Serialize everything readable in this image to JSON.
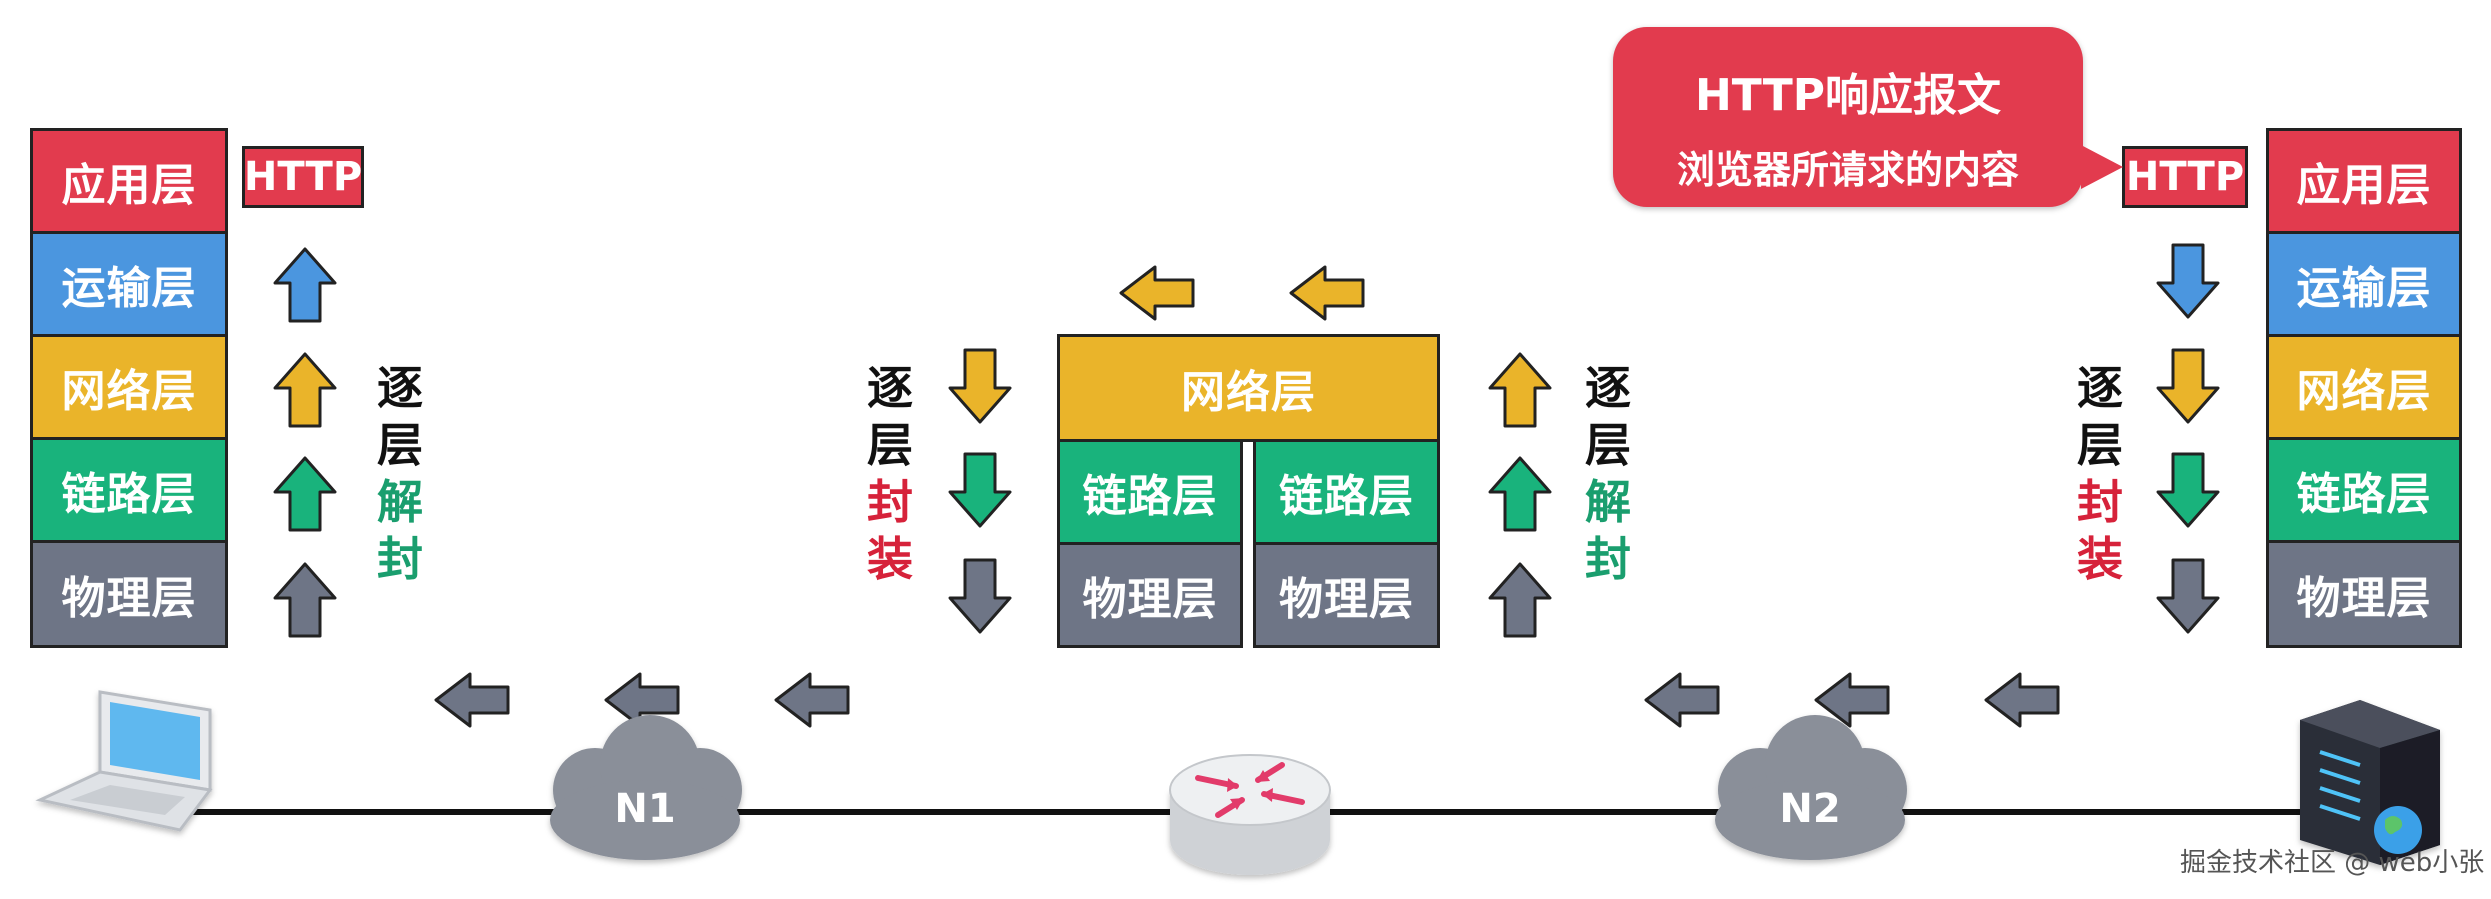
{
  "left_stack": {
    "app": "应用层",
    "transport": "运输层",
    "network": "网络层",
    "link": "链路层",
    "physical": "物理层"
  },
  "right_stack": {
    "app": "应用层",
    "transport": "运输层",
    "network": "网络层",
    "link": "链路层",
    "physical": "物理层"
  },
  "router_stack": {
    "network": "网络层",
    "link_left": "链路层",
    "link_right": "链路层",
    "physical_left": "物理层",
    "physical_right": "物理层"
  },
  "http_left": "HTTP",
  "http_right": "HTTP",
  "bubble": {
    "line1": "HTTP响应报文",
    "line2": "浏览器所请求的内容"
  },
  "labels": {
    "decap_1": [
      "逐",
      "层",
      "解",
      "封"
    ],
    "decap_2": [
      "逐",
      "层",
      "解",
      "封"
    ],
    "encap_1": [
      "逐",
      "层",
      "封",
      "装"
    ],
    "encap_2": [
      "逐",
      "层",
      "封",
      "装"
    ]
  },
  "clouds": {
    "n1": "N1",
    "n2": "N2"
  },
  "watermark": "掘金技术社区 @ web小张",
  "colors": {
    "app": "#e23b4e",
    "transport": "#4b96df",
    "network": "#eab42a",
    "link": "#19b37c",
    "physical": "#6e7586",
    "decap_text": "#1a9e6e",
    "encap_text": "#d6223a"
  }
}
